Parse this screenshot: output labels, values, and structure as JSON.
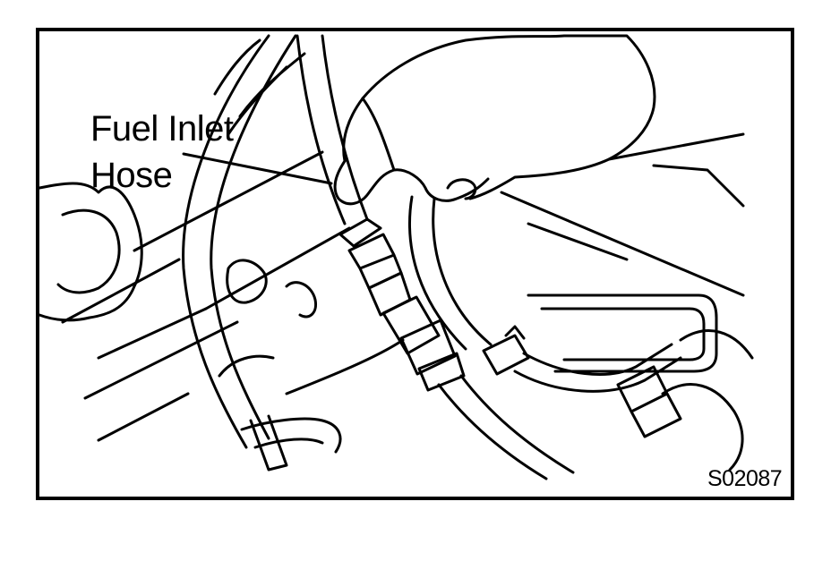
{
  "callout": {
    "line1": "Fuel Inlet",
    "line2": "Hose"
  },
  "figure_code": "S02087",
  "colors": {
    "ink": "#000000",
    "paper": "#ffffff"
  }
}
